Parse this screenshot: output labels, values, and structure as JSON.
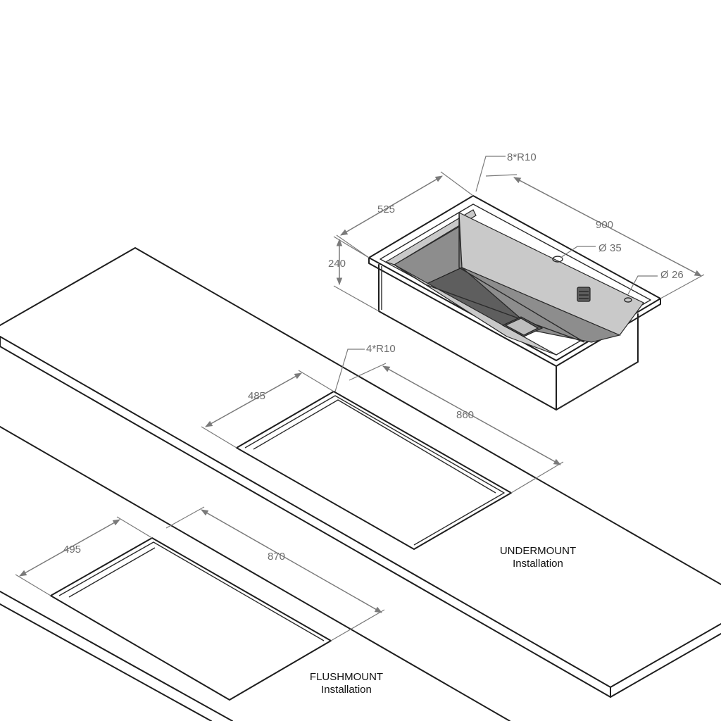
{
  "sink": {
    "dim_depth": "525",
    "dim_length": "900",
    "dim_height": "240",
    "dim_radius": "8*R10",
    "dim_hole_large": "35",
    "dim_hole_small": "26"
  },
  "undermount": {
    "dim_width": "485",
    "dim_length": "860",
    "dim_radius": "4*R10",
    "label_line1": "UNDERMOUNT",
    "label_line2": "Installation"
  },
  "flushmount": {
    "dim_width": "495",
    "dim_length": "870",
    "label_line1": "FLUSHMOUNT",
    "label_line2": "Installation"
  },
  "symbols": {
    "diameter": "Ø"
  },
  "colors": {
    "line": "#1e1e1e",
    "dimension": "#7a7a7a",
    "basin": "#8d8d8d"
  }
}
